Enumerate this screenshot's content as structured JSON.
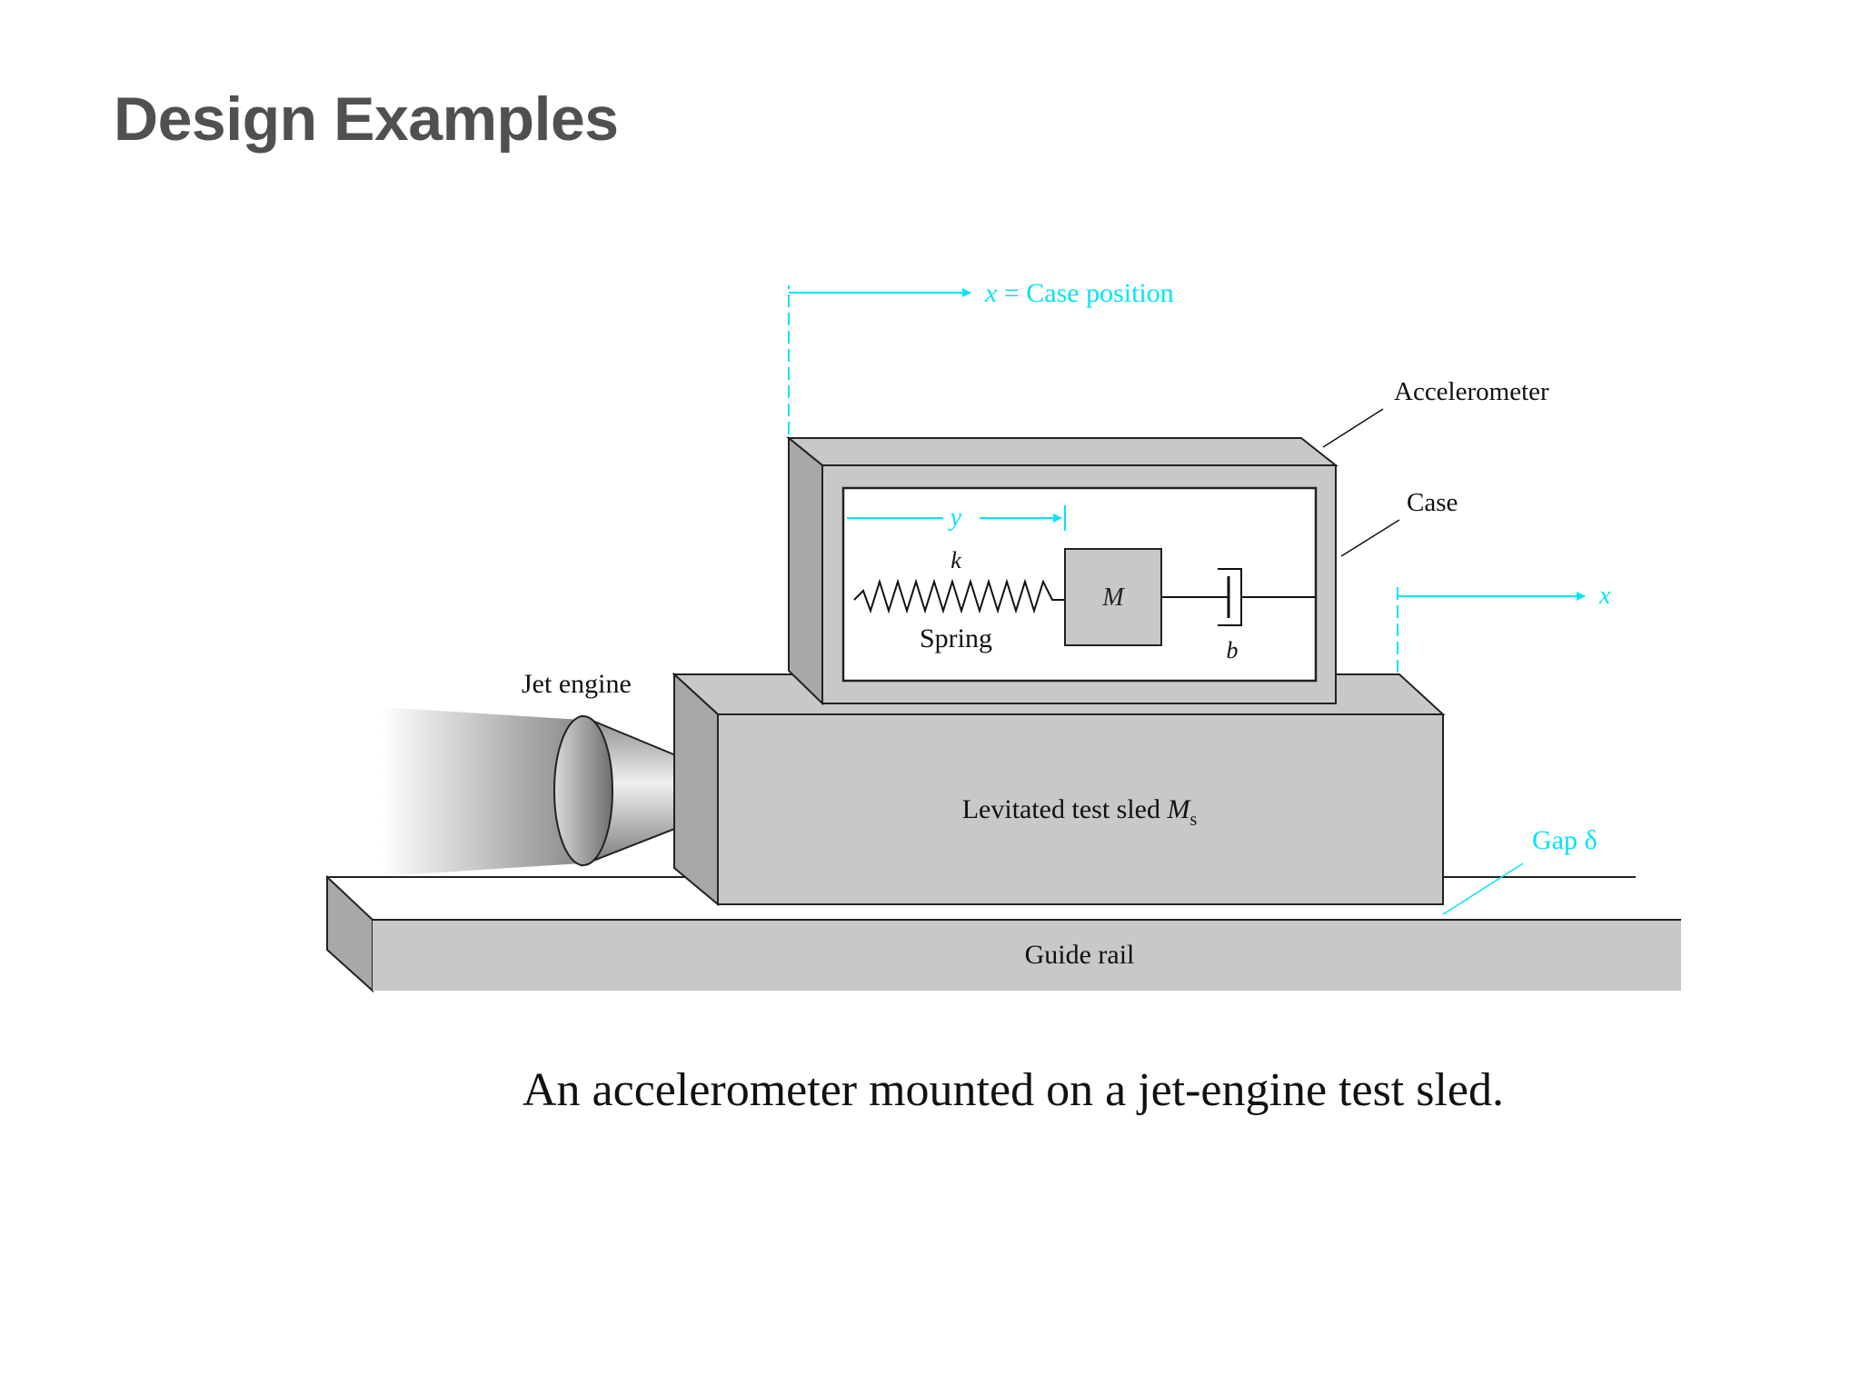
{
  "title": "Design Examples",
  "colors": {
    "accent": "#00e5f5",
    "body_fill": "#c8c8c8",
    "side_fill": "#a8a8a8",
    "title_text": "#505050"
  },
  "diagram": {
    "case_position_label": "x = Case position",
    "case_position_var": "x",
    "case_position_text": "= Case position",
    "accelerometer_label": "Accelerometer",
    "case_label": "Case",
    "y_label": "y",
    "k_label": "k",
    "spring_label": "Spring",
    "mass_label": "M",
    "damper_label": "b",
    "x_arrow_label": "x",
    "jet_engine_label": "Jet engine",
    "sled_label": "Levitated test sled M_s",
    "sled_label_text": "Levitated test sled",
    "sled_label_var": "M",
    "sled_label_sub": "s",
    "gap_label": "Gap δ",
    "guide_rail_label": "Guide rail"
  },
  "caption": "An accelerometer mounted on a jet-engine test sled."
}
